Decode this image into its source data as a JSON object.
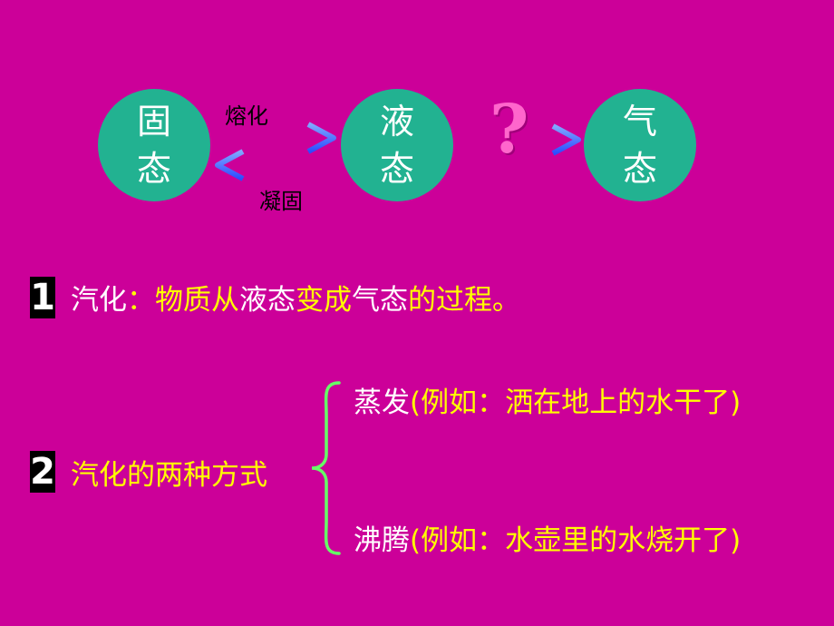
{
  "states": {
    "solid": [
      "固",
      "态"
    ],
    "liquid": [
      "液",
      "态"
    ],
    "gas": [
      "气",
      "态"
    ]
  },
  "labels": {
    "melting": "熔化",
    "freezing": "凝固",
    "question_mark": "?"
  },
  "badges": {
    "one": "1",
    "two": "2"
  },
  "definition": {
    "term": "汽化",
    "colon": "：",
    "p1": "物质从",
    "p2": "液态",
    "p3": "变成",
    "p4": "气态",
    "p5": "的过程。"
  },
  "methods": {
    "title": "汽化的两种方式",
    "evaporation": {
      "name": "蒸发",
      "example": "(例如：洒在地上的水干了)"
    },
    "boiling": {
      "name": "沸腾",
      "example": "(例如：水壶里的水烧开了)"
    }
  },
  "colors": {
    "background": "#cc0099",
    "circle": "#22b291",
    "arrow": "#4466ff",
    "highlight": "#ffff00",
    "brace": "#66ff66"
  }
}
